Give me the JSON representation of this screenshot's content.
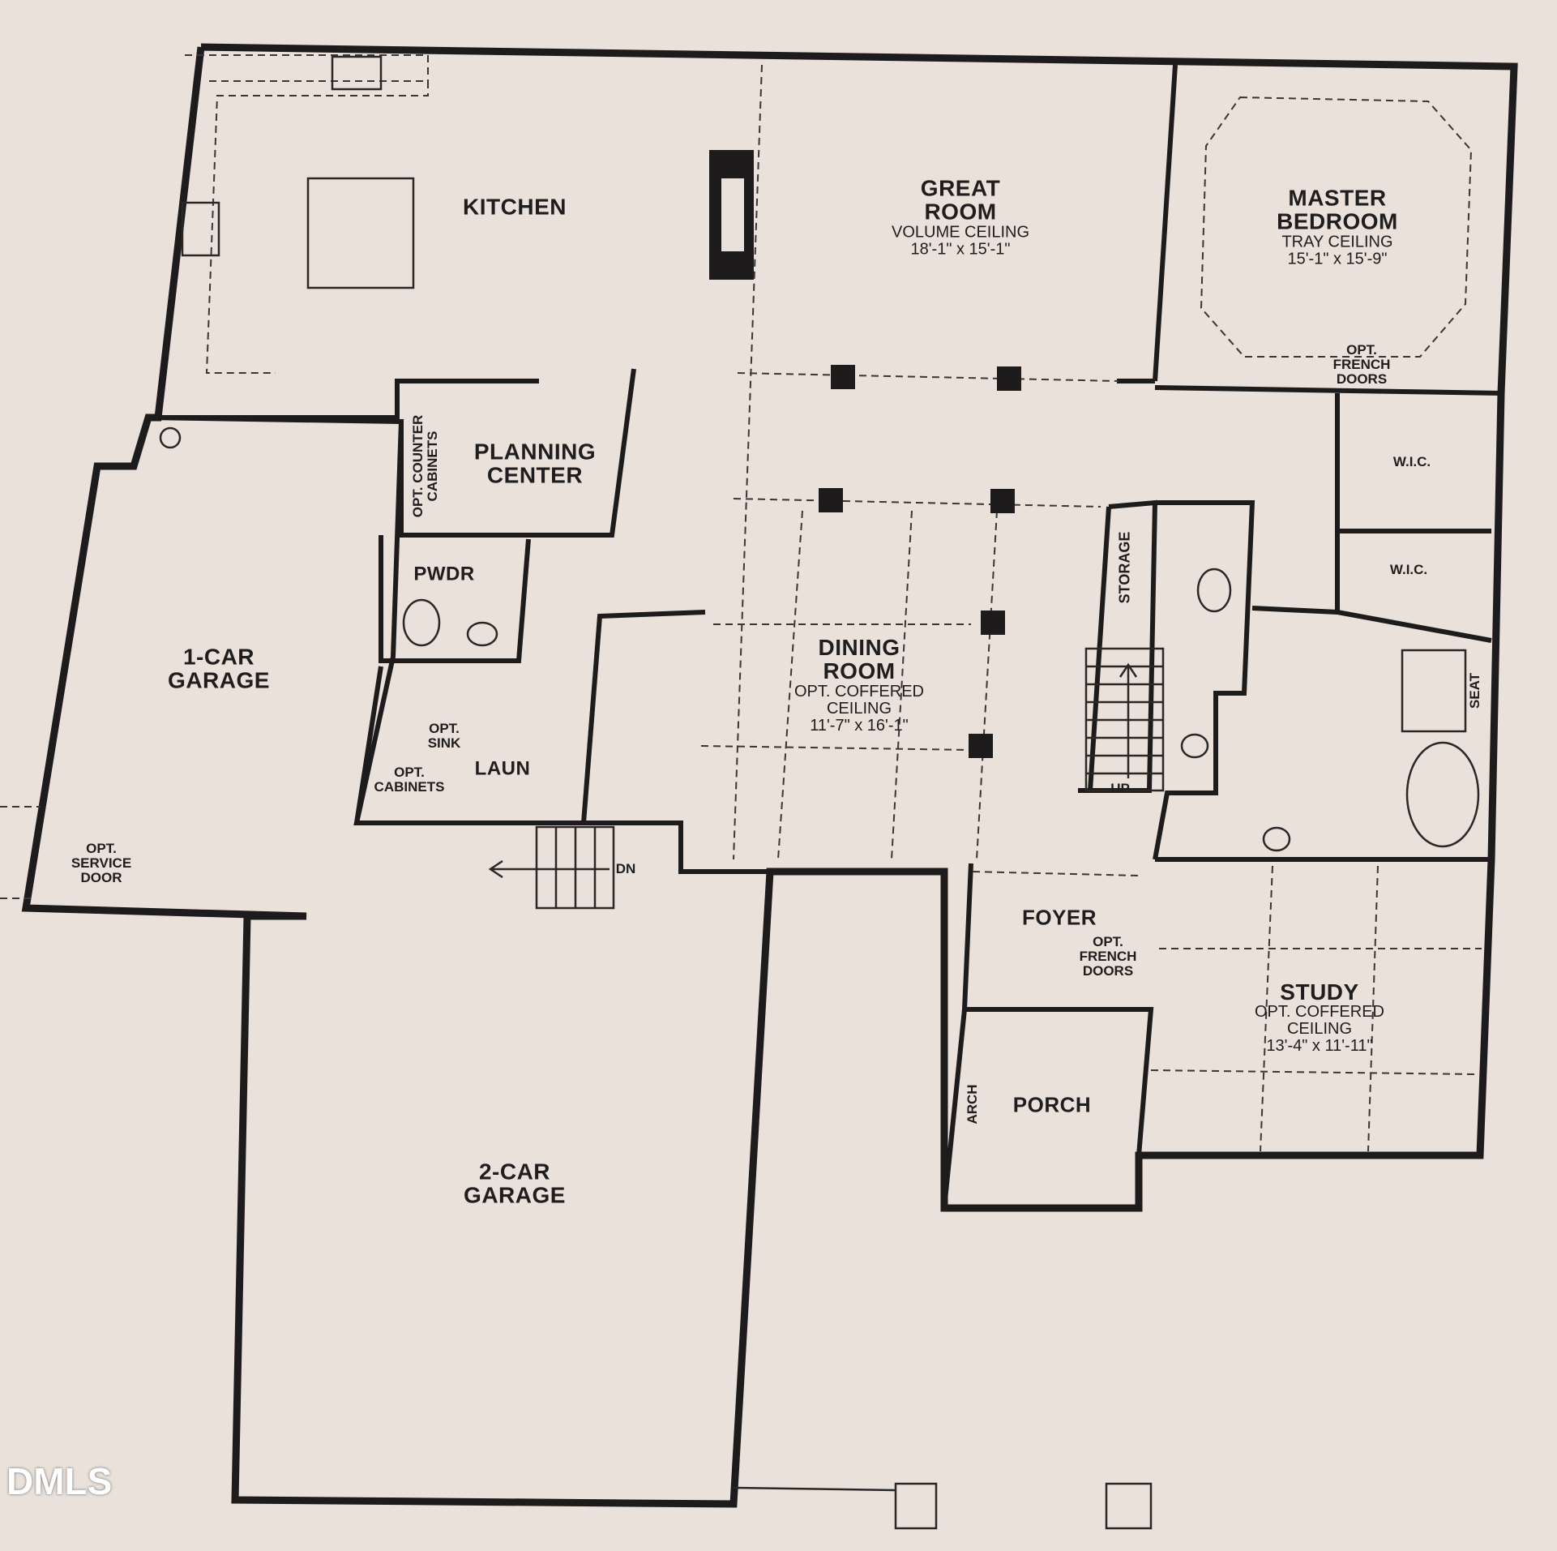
{
  "rooms": {
    "kitchen": {
      "name": "KITCHEN"
    },
    "great_room": {
      "name_1": "GREAT",
      "name_2": "ROOM",
      "ceiling": "VOLUME CEILING",
      "dims": "18'-1\" x 15'-1\""
    },
    "master_bedroom": {
      "name_1": "MASTER",
      "name_2": "BEDROOM",
      "ceiling": "TRAY CEILING",
      "dims": "15'-1\" x 15'-9\""
    },
    "planning_center": {
      "name_1": "PLANNING",
      "name_2": "CENTER"
    },
    "opt_counter": {
      "line_1": "OPT. COUNTER",
      "line_2": "CABINETS"
    },
    "pwdr": {
      "name": "PWDR"
    },
    "laun": {
      "name": "LAUN",
      "opt_sink_1": "OPT.",
      "opt_sink_2": "SINK",
      "opt_cabinets_1": "OPT.",
      "opt_cabinets_2": "CABINETS"
    },
    "one_car_garage": {
      "name_1": "1-CAR",
      "name_2": "GARAGE"
    },
    "opt_service_door": {
      "line_1": "OPT.",
      "line_2": "SERVICE",
      "line_3": "DOOR"
    },
    "dining_room": {
      "name_1": "DINING",
      "name_2": "ROOM",
      "ceiling_1": "OPT. COFFERED",
      "ceiling_2": "CEILING",
      "dims": "11'-7\" x 16'-1\""
    },
    "storage": {
      "name": "STORAGE"
    },
    "stairs": {
      "up": "UP",
      "dn": "DN"
    },
    "wic_1": {
      "name": "W.I.C."
    },
    "wic_2": {
      "name": "W.I.C."
    },
    "seat": {
      "name": "SEAT"
    },
    "master_french_doors": {
      "line_1": "OPT.",
      "line_2": "FRENCH",
      "line_3": "DOORS"
    },
    "foyer": {
      "name": "FOYER"
    },
    "foyer_french_doors": {
      "line_1": "OPT.",
      "line_2": "FRENCH",
      "line_3": "DOORS"
    },
    "study": {
      "name": "STUDY",
      "ceiling_1": "OPT. COFFERED",
      "ceiling_2": "CEILING",
      "dims": "13'-4\" x 11'-11\""
    },
    "porch": {
      "name": "PORCH",
      "arch": "ARCH"
    },
    "two_car_garage": {
      "name_1": "2-CAR",
      "name_2": "GARAGE"
    }
  },
  "watermark": "DMLS"
}
